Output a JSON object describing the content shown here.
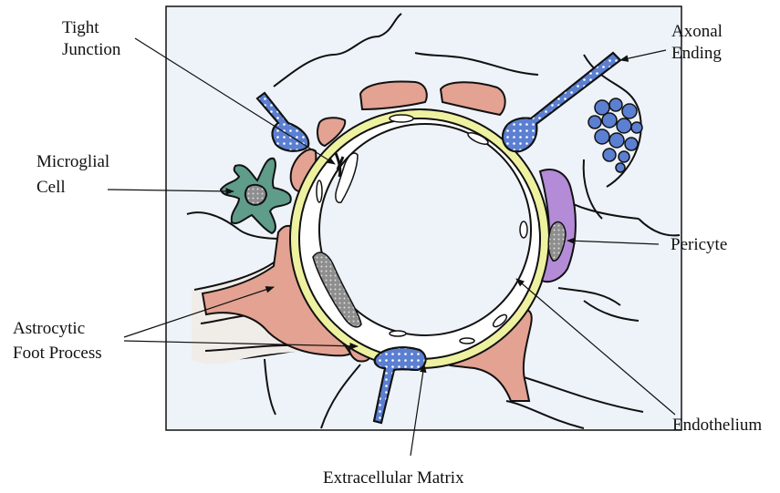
{
  "labels": {
    "tight_junction": [
      "Tight",
      "Junction"
    ],
    "axonal_ending": [
      "Axonal",
      "Ending"
    ],
    "microglial_cell": [
      "Microglial",
      "Cell"
    ],
    "pericyte": "Pericyte",
    "astrocytic_foot_process": [
      "Astrocytic",
      "Foot Process"
    ],
    "endothelium": "Endothelium",
    "extracellular_matrix": "Extracellular Matrix"
  },
  "colors": {
    "background": "#eef3f9",
    "astrocyte": "#e3a292",
    "astrocyte_dark": "#b85a4c",
    "basement_membrane": "#eef2a0",
    "endothelium": "#ffffff",
    "lumen": "#eef3f9",
    "axon": "#5b7fd1",
    "microglia": "#5f9c8a",
    "pericyte": "#b48bd6",
    "nucleus": "#9a9a9a",
    "line": "#111111"
  }
}
